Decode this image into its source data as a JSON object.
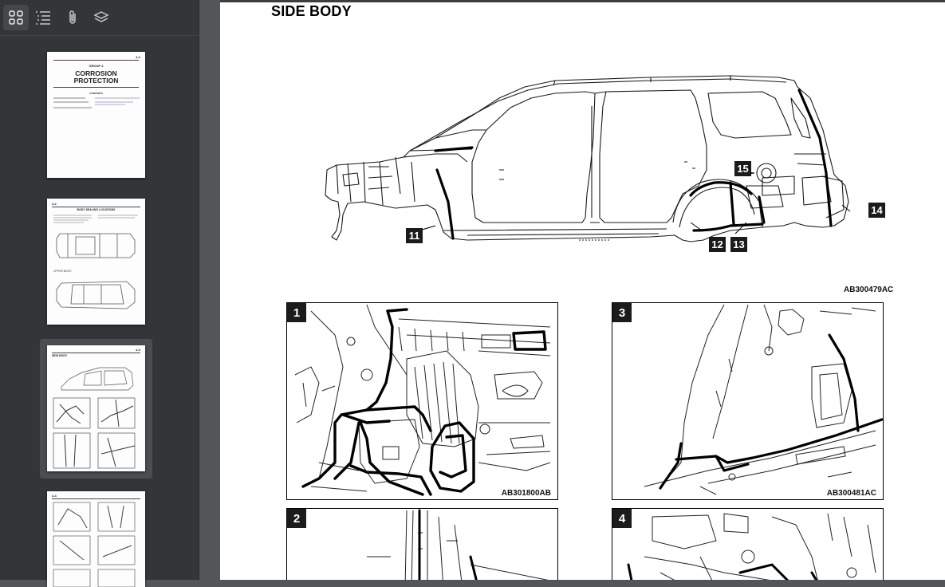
{
  "sidebar": {
    "tools": [
      {
        "name": "thumbnails-icon",
        "active": true
      },
      {
        "name": "outline-icon",
        "active": false
      },
      {
        "name": "attachments-icon",
        "active": false
      },
      {
        "name": "layers-icon",
        "active": false
      }
    ],
    "thumbnails": {
      "page1": {
        "corner": "4-1",
        "group": "GROUP 4",
        "title_line1": "CORROSION",
        "title_line2": "PROTECTION",
        "contents": "CONTENTS"
      },
      "page2": {
        "corner": "4-2",
        "heading": "BODY SEALING LOCATIONS"
      },
      "page3": {
        "corner": "4-3",
        "heading": "SIDE BODY"
      },
      "page4": {
        "corner": "4-4"
      }
    }
  },
  "document": {
    "title": "SIDE BODY",
    "overview_code": "AB300479AC",
    "callouts": [
      "11",
      "12",
      "13",
      "14",
      "15"
    ],
    "panels": [
      {
        "num": "1",
        "code": "AB301800AB"
      },
      {
        "num": "3",
        "code": "AB300481AC"
      },
      {
        "num": "2",
        "code": ""
      },
      {
        "num": "4",
        "code": ""
      }
    ]
  },
  "colors": {
    "viewer_bg": "#525659",
    "sidebar_bg": "#323639",
    "selected_thumb": "#4a4e51",
    "page_bg": "#ffffff",
    "callout_bg": "#1b1b1b"
  }
}
